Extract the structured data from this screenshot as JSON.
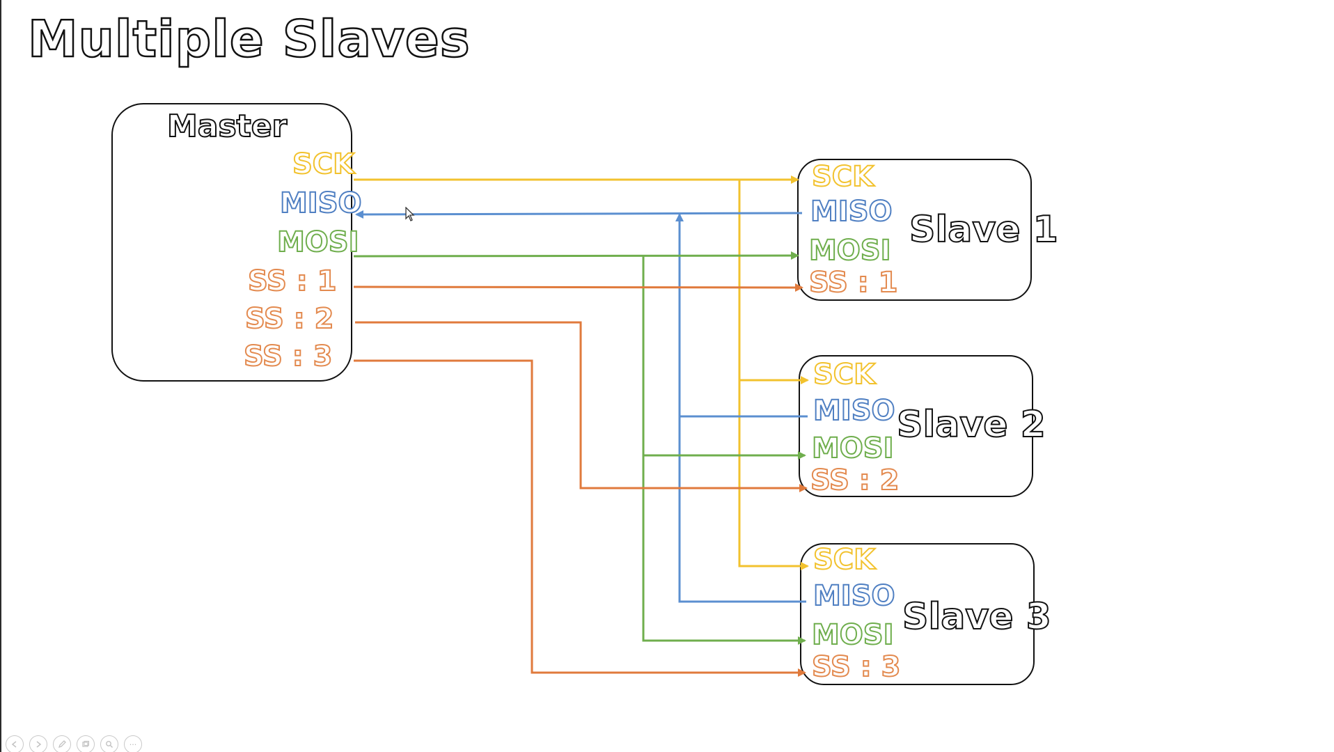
{
  "title": "Multiple Slaves",
  "master": {
    "label": "Master",
    "pins": {
      "sck": "SCK",
      "miso": "MISO",
      "mosi": "MOSI",
      "ss1": "SS : 1",
      "ss2": "SS : 2",
      "ss3": "SS : 3"
    }
  },
  "slaves": [
    {
      "label": "Slave 1",
      "pins": {
        "sck": "SCK",
        "miso": "MISO",
        "mosi": "MOSI",
        "ss": "SS : 1"
      }
    },
    {
      "label": "Slave 2",
      "pins": {
        "sck": "SCK",
        "miso": "MISO",
        "mosi": "MOSI",
        "ss": "SS : 2"
      }
    },
    {
      "label": "Slave 3",
      "pins": {
        "sck": "SCK",
        "miso": "MISO",
        "mosi": "MOSI",
        "ss": "SS : 3"
      }
    }
  ],
  "colors": {
    "sck": "#f2c22e",
    "miso": "#5b8fd0",
    "mosi": "#6fae4d",
    "ss": "#e07a3c"
  },
  "toolbar": {
    "icons": [
      "prev-icon",
      "next-icon",
      "pen-icon",
      "slides-icon",
      "zoom-icon",
      "more-icon"
    ],
    "more_label": "···"
  }
}
